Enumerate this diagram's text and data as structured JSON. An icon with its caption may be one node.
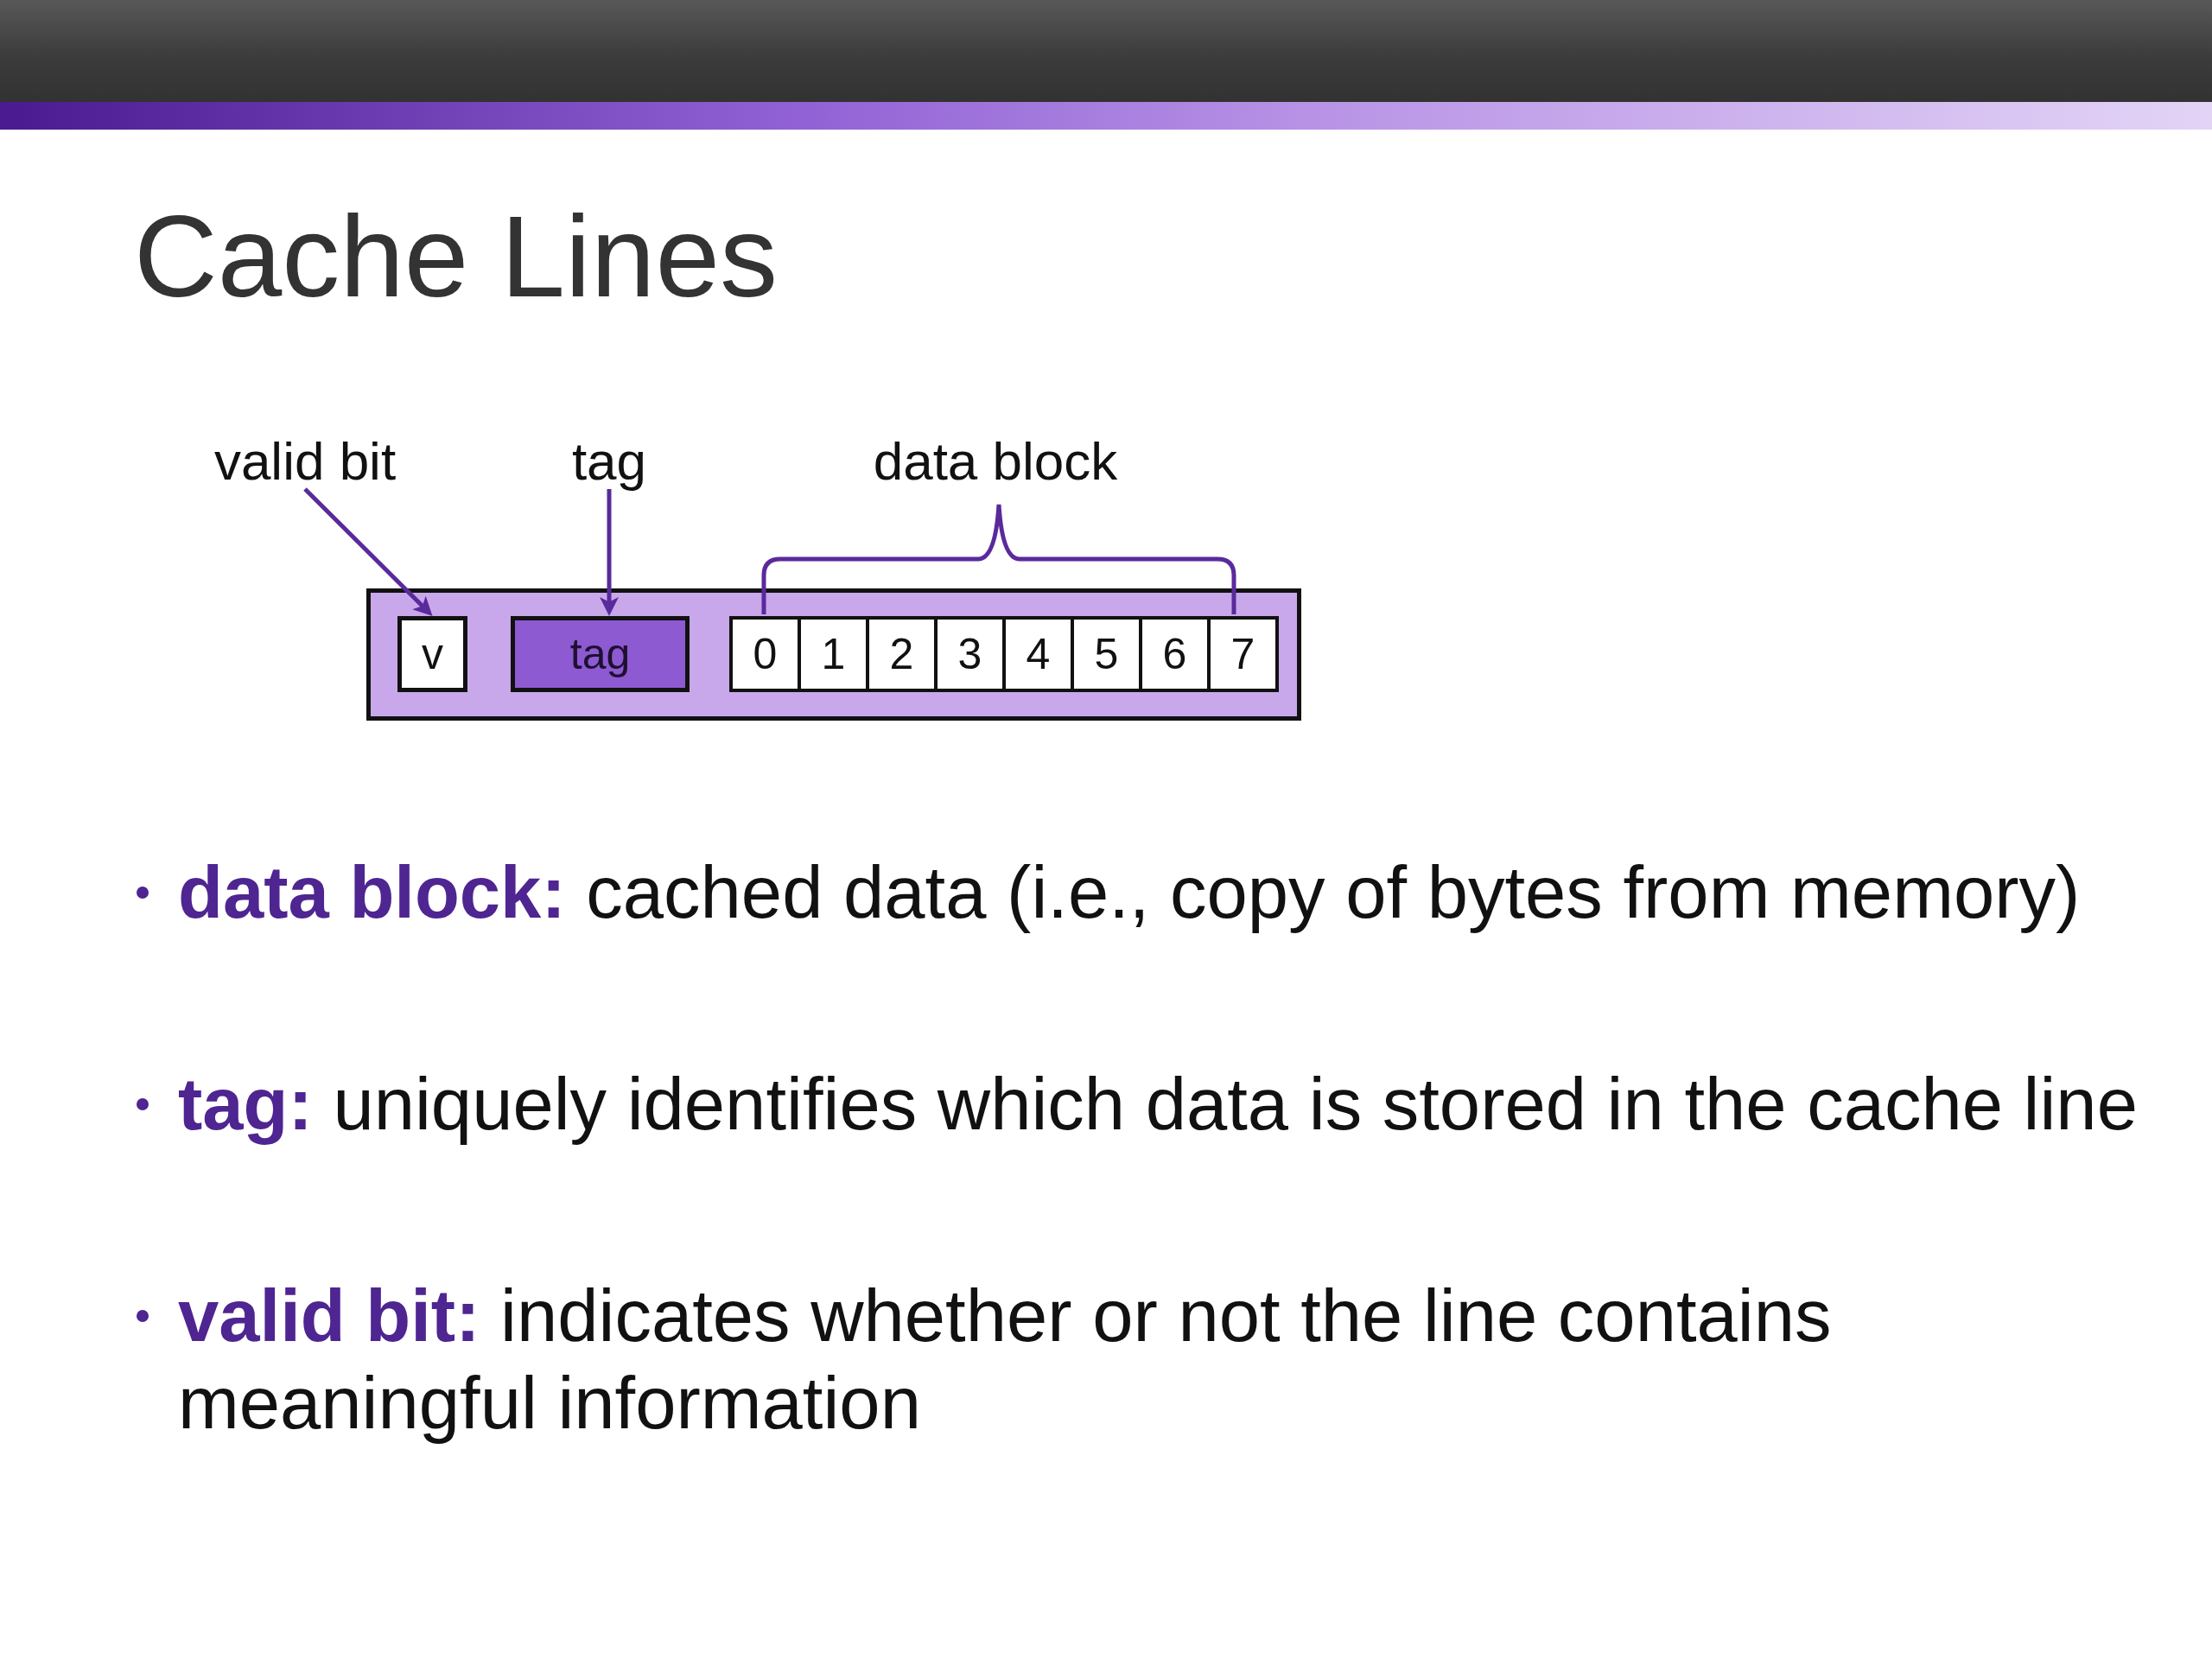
{
  "diagram": {
    "title": "Cache Lines",
    "nodes": [
      {
        "text": [
          "valid bit"
        ]
      },
      {
        "text": [
          "tag"
        ]
      },
      {
        "text": [],
        "shape": "box"
      },
      {
        "text": [
          "v"
        ],
        "in": 2
      },
      {
        "text": [
          "tag"
        ],
        "in": 2
      },
      {
        "text": [
          "0"
        ],
        "in": 2
      },
      {
        "text": [
          "1"
        ],
        "in": 2
      },
      {
        "text": [
          "2"
        ],
        "in": 2
      },
      {
        "text": [
          "3"
        ],
        "in": 2
      },
      {
        "text": [
          "4"
        ],
        "in": 2
      },
      {
        "text": [
          "5"
        ],
        "in": 2
      },
      {
        "text": [
          "6"
        ],
        "in": 2
      },
      {
        "text": [
          "7"
        ],
        "in": 2
      }
    ],
    "edges": [
      {
        "from": 0,
        "to": 3,
        "arrow": "to"
      },
      {
        "from": 1,
        "to": 4,
        "arrow": "to"
      }
    ],
    "labels": [
      "data block",
      "**data block:** cached data (i.e., copy of bytes from memory)",
      "**tag:** uniquely identifies which data is stored in the cache line",
      "**valid bit:** indicates whether or not the line contains meaningful information"
    ]
  }
}
